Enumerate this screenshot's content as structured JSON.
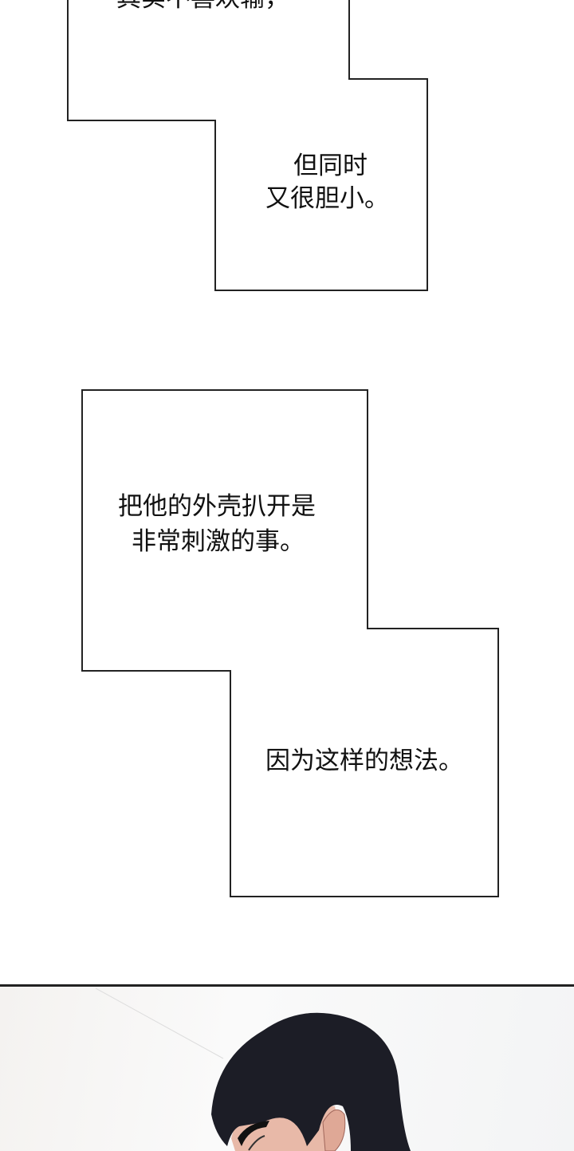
{
  "bubbles": [
    {
      "lines": [
        "其实不喜欢输，"
      ]
    },
    {
      "lines": [
        "但同时",
        "又很胆小。"
      ]
    },
    {
      "lines": [
        "把他的外壳扒开是",
        "非常刺激的事。"
      ]
    },
    {
      "lines": [
        "因为这样的想法。"
      ]
    }
  ],
  "colors": {
    "border": "#222222",
    "hair": "#1c1d26",
    "skin": "#e8b9a8",
    "background": "#ffffff"
  }
}
